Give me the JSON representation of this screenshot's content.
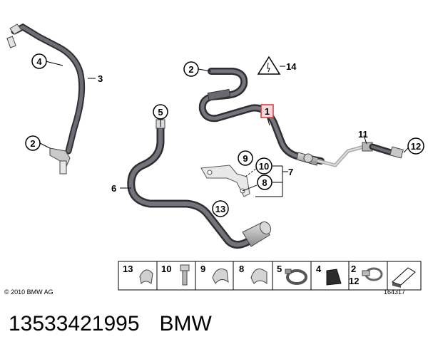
{
  "diagram": {
    "callouts": {
      "c1": "1",
      "c2a": "2",
      "c2b": "2",
      "c3": "3",
      "c4": "4",
      "c5": "5",
      "c6": "6",
      "c7": "7",
      "c8": "8",
      "c9": "9",
      "c10": "10",
      "c11": "11",
      "c12": "12",
      "c13": "13",
      "c14": "14"
    },
    "parts_strip": {
      "cells": [
        "13",
        "10",
        "9",
        "8",
        "5",
        "4",
        "2",
        "12"
      ]
    }
  },
  "footer": {
    "copyright": "© 2010 BMW AG",
    "drawing_number": "164317"
  },
  "caption": {
    "part_number": "13533421995",
    "brand": "BMW"
  },
  "colors": {
    "hose": "#55525a",
    "hose_highlight": "#8d8a92",
    "metal": "#b8b8b8",
    "highlight_box": "#d9363e"
  }
}
